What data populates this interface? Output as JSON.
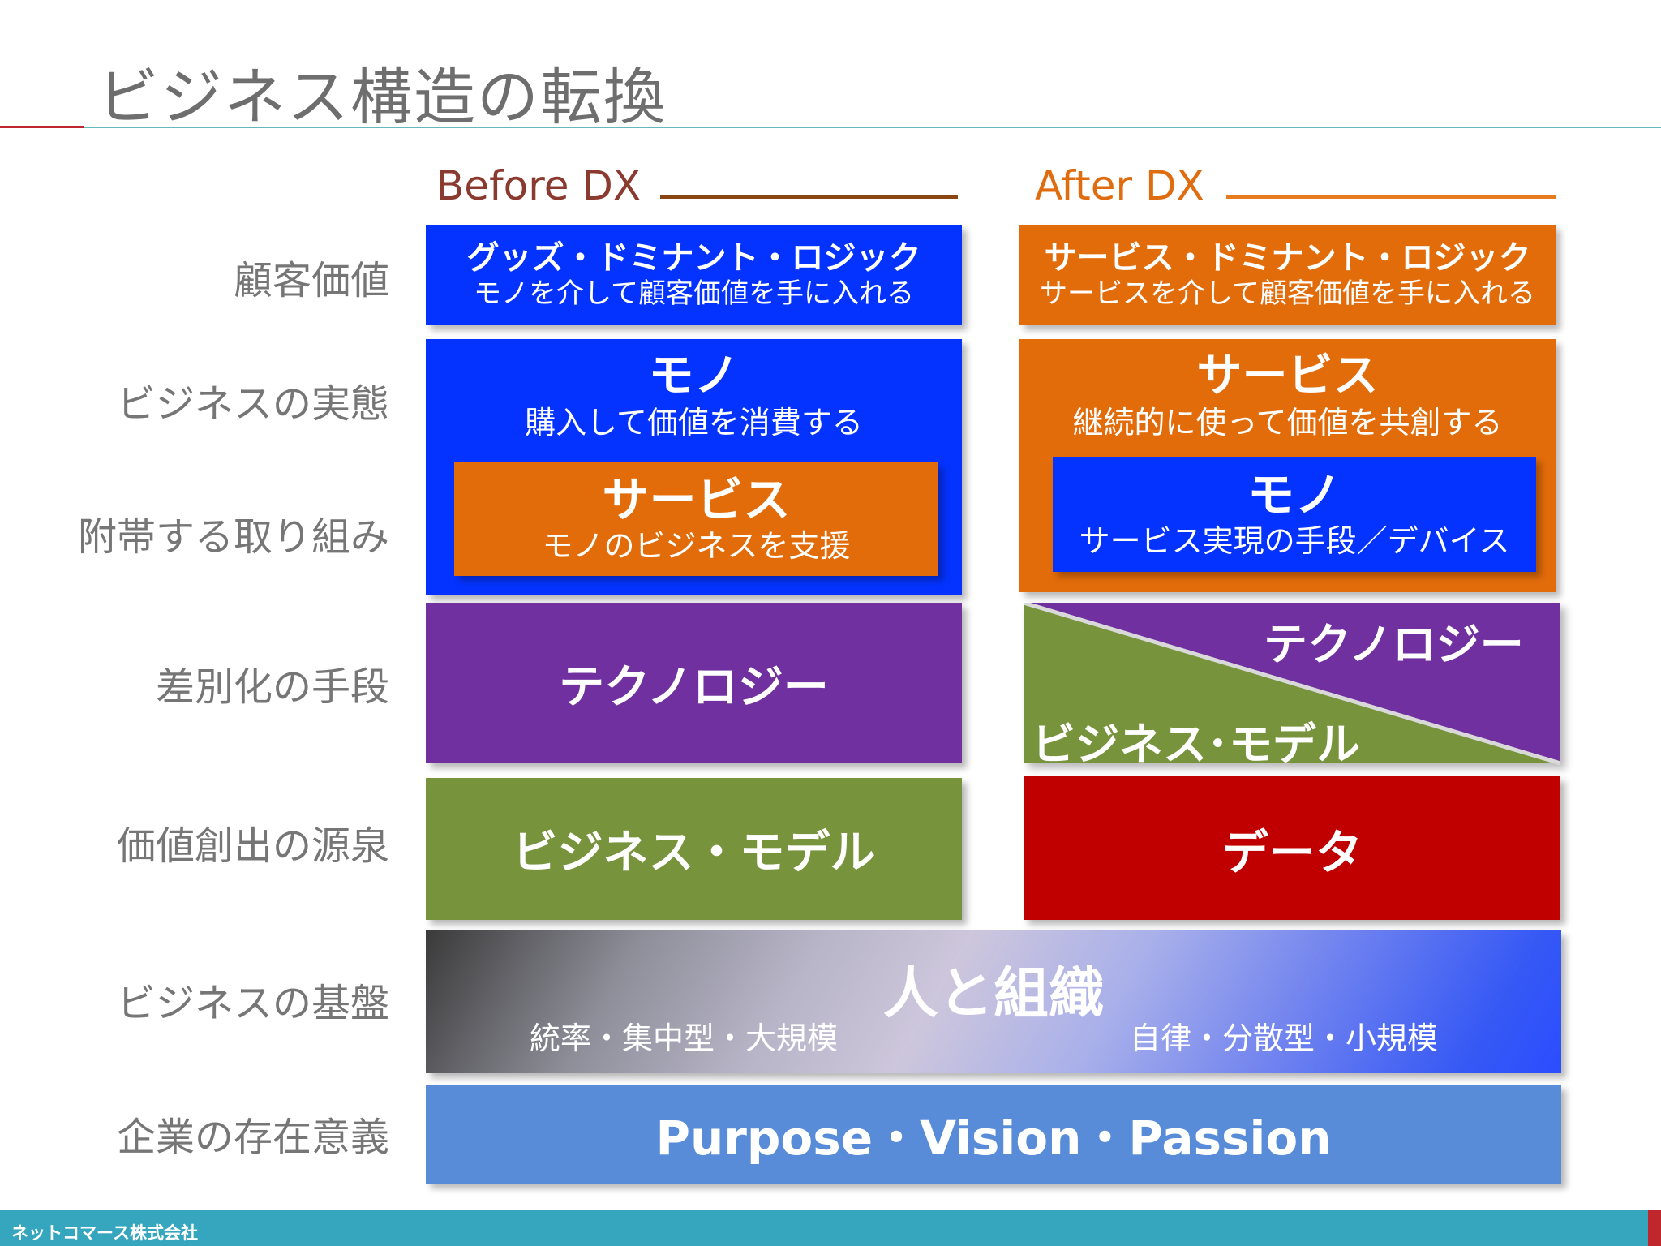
{
  "title": "ビジネス構造の転換",
  "row_labels": [
    "顧客価値",
    "ビジネスの実態",
    "附帯する取り組み",
    "差別化の手段",
    "価値創出の源泉",
    "ビジネスの基盤",
    "企業の存在意義"
  ],
  "before": {
    "heading": "Before DX",
    "value_title": "グッズ・ドミナント・ロジック",
    "value_sub": "モノを介して顧客価値を手に入れる",
    "main_title": "モノ",
    "main_sub": "購入して価値を消費する",
    "inner_title": "サービス",
    "inner_sub": "モノのビジネスを支援",
    "diff": "テクノロジー",
    "source": "ビジネス・モデル"
  },
  "after": {
    "heading": "After DX",
    "value_title": "サービス・ドミナント・ロジック",
    "value_sub": "サービスを介して顧客価値を手に入れる",
    "main_title": "サービス",
    "main_sub": "継続的に使って価値を共創する",
    "inner_title": "モノ",
    "inner_sub": "サービス実現の手段／デバイス",
    "diff_top": "テクノロジー",
    "diff_bottom": "ビジネス･モデル",
    "source": "データ"
  },
  "foundation": {
    "title": "人と組織",
    "left": "統率・集中型・大規模",
    "right": "自律・分散型・小規模"
  },
  "purpose": "Purpose・Vision・Passion",
  "footer": "ネットコマース株式会社",
  "colors": {
    "blue": "#0433ff",
    "orange": "#e36c0a",
    "purple": "#7030a0",
    "green": "#77933c",
    "red": "#c00000",
    "purpose_blue": "#588cd8",
    "footer_teal": "#35a6bd"
  }
}
